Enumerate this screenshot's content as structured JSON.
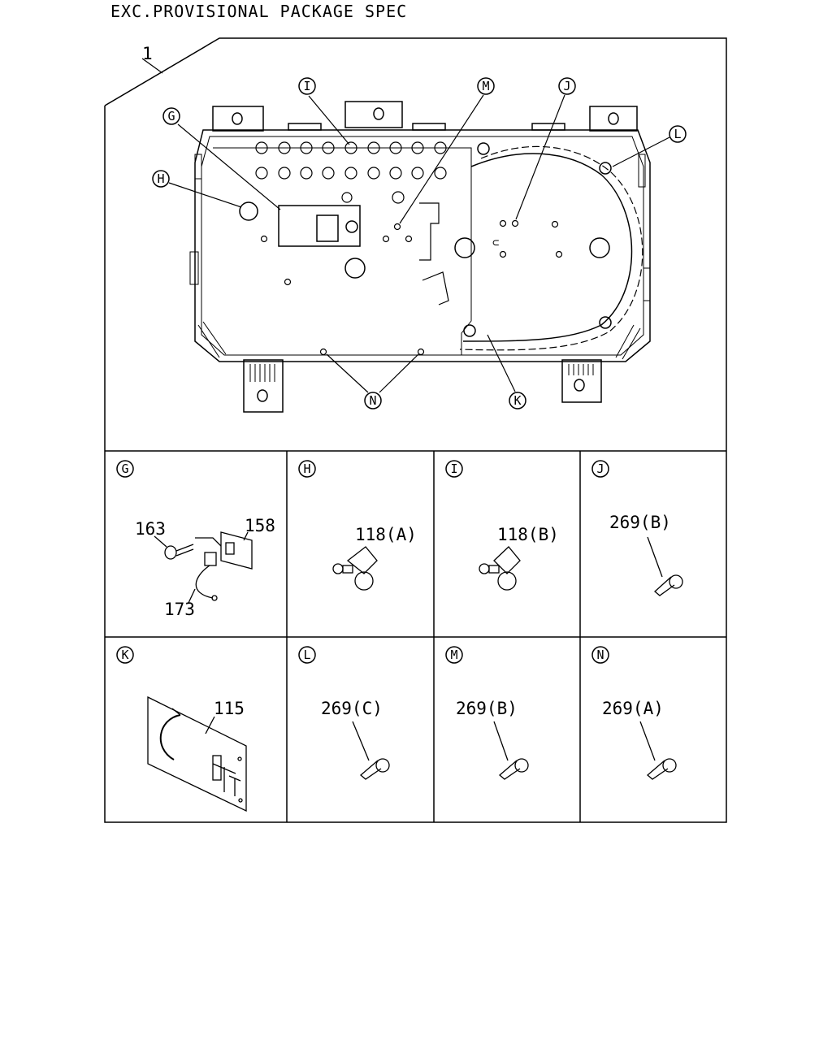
{
  "header": "EXC.PROVISIONAL PACKAGE SPEC",
  "assembly_ref": "1",
  "callouts": [
    "G",
    "H",
    "I",
    "M",
    "J",
    "L",
    "K",
    "N"
  ],
  "panels": [
    {
      "letter": "G",
      "parts": [
        "163",
        "158",
        "173"
      ]
    },
    {
      "letter": "H",
      "parts": [
        "118(A)"
      ]
    },
    {
      "letter": "I",
      "parts": [
        "118(B)"
      ]
    },
    {
      "letter": "J",
      "parts": [
        "269(B)"
      ]
    },
    {
      "letter": "K",
      "parts": [
        "115"
      ]
    },
    {
      "letter": "L",
      "parts": [
        "269(C)"
      ]
    },
    {
      "letter": "M",
      "parts": [
        "269(B)"
      ]
    },
    {
      "letter": "N",
      "parts": [
        "269(A)"
      ]
    }
  ]
}
